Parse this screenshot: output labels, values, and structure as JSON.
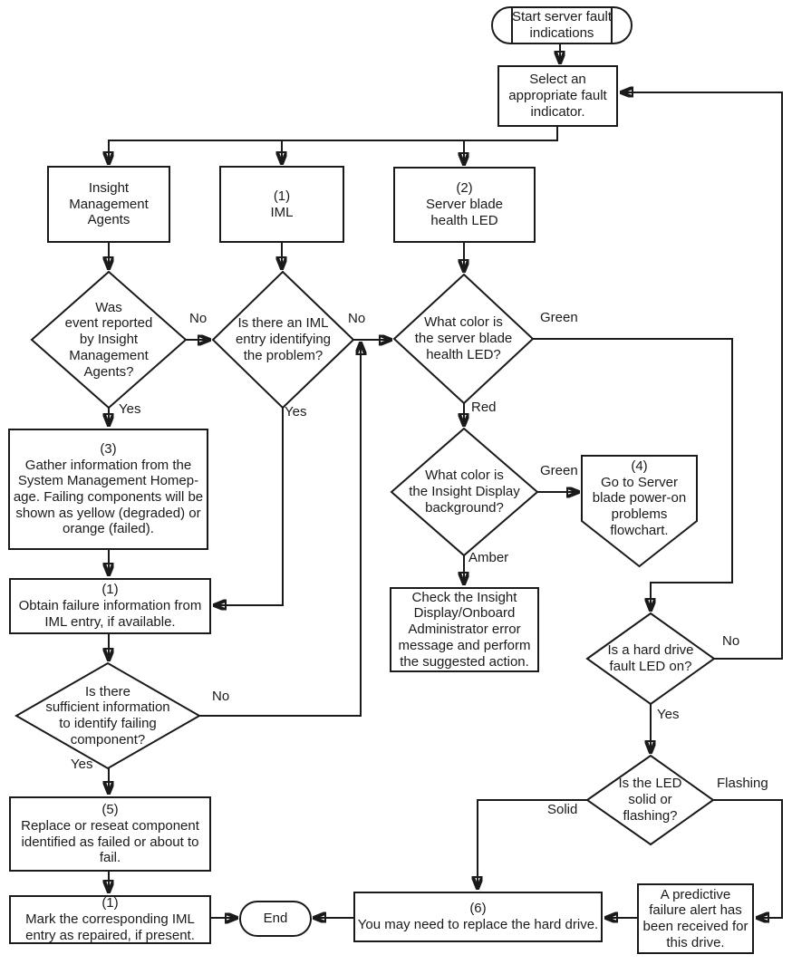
{
  "flowchart": {
    "nodes": {
      "start": {
        "label": "Start server fault\nindications"
      },
      "select": {
        "label": "Select an\nappropriate fault\nindicator."
      },
      "insight_agents": {
        "label": "Insight\nManagement\nAgents"
      },
      "iml": {
        "label": "(1)\nIML"
      },
      "blade_health_led": {
        "label": "(2)\nServer blade\nhealth LED"
      },
      "q_agents": {
        "label": "Was\nevent reported\nby Insight\nManagement\nAgents?"
      },
      "q_iml_entry": {
        "label": "Is there an IML\nentry identifying\nthe problem?"
      },
      "q_led_color": {
        "label": "What color is\nthe server blade\nhealth LED?"
      },
      "gather_info": {
        "label": "(3)\nGather information from the\nSystem Management Homep-\nage. Failing components will be\nshown as yellow (degraded) or\norange (failed)."
      },
      "obtain_failure": {
        "label": "(1)\nObtain failure information from\nIML entry, if available."
      },
      "q_sufficient": {
        "label": "Is there\nsufficient information\nto identify failing\ncomponent?"
      },
      "replace_component": {
        "label": "(5)\nReplace or reseat component\nidentified as failed or about to\nfail."
      },
      "mark_iml": {
        "label": "(1)\nMark the corresponding IML\nentry as repaired, if present."
      },
      "end": {
        "label": "End"
      },
      "q_display_color": {
        "label": "What color is\nthe Insight Display\nbackground?"
      },
      "goto_poweron": {
        "label": "(4)\nGo to Server\nblade power-on\nproblems\nflowchart."
      },
      "check_display": {
        "label": "Check the Insight\nDisplay/Onboard\nAdministrator error\nmessage and perform\nthe suggested action."
      },
      "q_hdd_fault": {
        "label": "Is a hard drive\nfault LED on?"
      },
      "q_led_mode": {
        "label": "Is the LED\nsolid or\nflashing?"
      },
      "predictive_alert": {
        "label": "A predictive\nfailure alert has\nbeen received for\nthis drive."
      },
      "replace_hdd": {
        "label": "(6)\nYou may need to replace the hard drive."
      }
    },
    "edge_labels": {
      "agents_no": "No",
      "agents_yes": "Yes",
      "iml_no": "No",
      "iml_yes": "Yes",
      "led_green": "Green",
      "led_red": "Red",
      "sufficient_no": "No",
      "sufficient_yes": "Yes",
      "display_green": "Green",
      "display_amber": "Amber",
      "hdd_no": "No",
      "hdd_yes": "Yes",
      "mode_solid": "Solid",
      "mode_flashing": "Flashing"
    },
    "colors": {
      "line": "#1a1a1a",
      "background": "#ffffff",
      "text": "#1a1a1a"
    }
  }
}
